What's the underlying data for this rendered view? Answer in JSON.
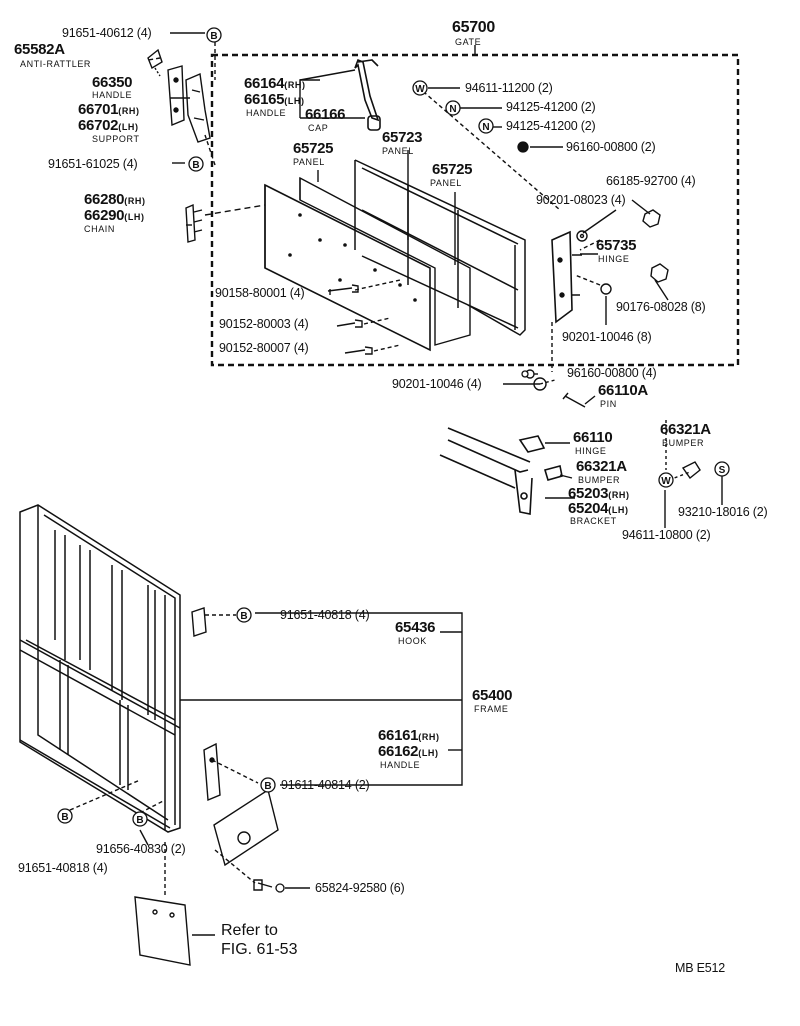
{
  "labels": {
    "p91651_40612": "91651-40612 (4)",
    "p65582A": "65582A",
    "p65582A_name": "ANTI-RATTLER",
    "p66350": "66350",
    "p66350_name": "HANDLE",
    "p66701": "66701",
    "p66701_side": "(RH)",
    "p66702": "66702",
    "p66702_side": "(LH)",
    "p66701_name": "SUPPORT",
    "p91651_61025": "91651-61025 (4)",
    "p66280": "66280",
    "p66280_side": "(RH)",
    "p66290": "66290",
    "p66290_side": "(LH)",
    "p66280_name": "CHAIN",
    "p65700": "65700",
    "p65700_name": "GATE",
    "p66164": "66164",
    "p66164_side": "(RH)",
    "p66165": "66165",
    "p66165_side": "(LH)",
    "p66164_name": "HANDLE",
    "p66166": "66166",
    "p66166_name": "CAP",
    "p65725a": "65725",
    "p65725a_name": "PANEL",
    "p65723": "65723",
    "p65723_name": "PANEL",
    "p65725b": "65725",
    "p65725b_name": "PANEL",
    "p94611_11200": "94611-11200 (2)",
    "p94125_a": "94125-41200 (2)",
    "p94125_b": "94125-41200 (2)",
    "p96160_a": "96160-00800 (2)",
    "p66185": "66185-92700 (4)",
    "p90201_08023": "90201-08023 (4)",
    "p65735": "65735",
    "p65735_name": "HINGE",
    "p90176": "90176-08028 (8)",
    "p90201_10046a": "90201-10046 (8)",
    "p90158": "90158-80001 (4)",
    "p90152_a": "90152-80003 (4)",
    "p90152_b": "90152-80007 (4)",
    "p96160_b": "96160-00800 (4)",
    "p90201_10046b": "90201-10046 (4)",
    "p66110A": "66110A",
    "p66110A_name": "PIN",
    "p66110": "66110",
    "p66110_name": "HINGE",
    "p66321A_a": "66321A",
    "p66321A_a_name": "BUMPER",
    "p66321A_b": "66321A",
    "p66321A_b_name": "BUMPER",
    "p65203": "65203",
    "p65203_side": "(RH)",
    "p65204": "65204",
    "p65204_side": "(LH)",
    "p65203_name": "BRACKET",
    "p93210": "93210-18016 (2)",
    "p94611_10800": "94611-10800 (2)",
    "p91651_40818a": "91651-40818 (4)",
    "p65436": "65436",
    "p65436_name": "HOOK",
    "p65400": "65400",
    "p65400_name": "FRAME",
    "p66161": "66161",
    "p66161_side": "(RH)",
    "p66162": "66162",
    "p66162_side": "(LH)",
    "p66161_name": "HANDLE",
    "p91611": "91611-40814 (2)",
    "p91651_40818b": "91651-40818 (4)",
    "p91656": "91656-40830 (2)",
    "p65824": "65824-92580 (6)",
    "refer1": "Refer to",
    "refer2": "FIG. 61-53",
    "code": "MB  E512"
  },
  "markers": {
    "B": "B",
    "W": "W",
    "N": "N",
    "S": "S"
  }
}
